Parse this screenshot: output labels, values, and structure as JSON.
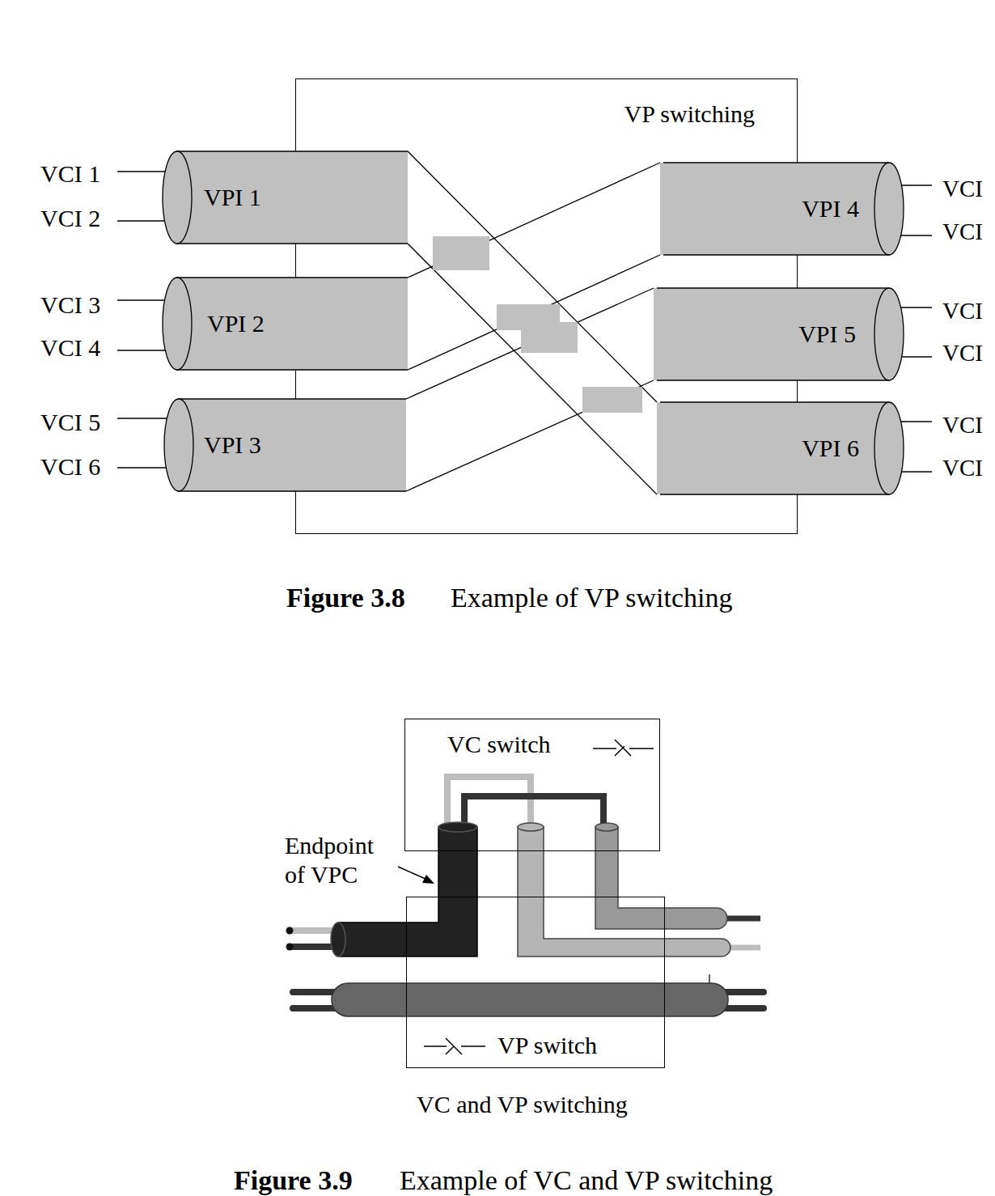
{
  "diagram": {
    "nodes": [
      {
        "text": [
          "VP switching"
        ]
      },
      {
        "text": [
          "VPI 1"
        ]
      },
      {
        "text": [
          "VPI 2"
        ]
      },
      {
        "text": [
          "VPI 3"
        ]
      },
      {
        "text": [
          "VPI 4"
        ]
      },
      {
        "text": [
          "VPI 5"
        ]
      },
      {
        "text": [
          "VPI 6"
        ]
      },
      {
        "text": [
          "VC switch"
        ]
      },
      {
        "text": [
          "VP switch"
        ]
      }
    ],
    "edges": [
      {
        "from": 1,
        "to": 6,
        "arrow": "none"
      },
      {
        "from": 2,
        "to": 4,
        "arrow": "none"
      },
      {
        "from": 3,
        "to": 5,
        "arrow": "none"
      }
    ],
    "labels": [
      "VCI 1",
      "VCI 2",
      "VCI 3",
      "VCI 4",
      "VCI 5",
      "VCI 6",
      "VCI",
      "VCI",
      "VCI",
      "VCI",
      "VCI",
      "VCI",
      "Figure 3.8",
      "Example of VP switching",
      "Endpoint of VPC",
      "VC and VP switching",
      "Figure 3.9",
      "Example of VC and VP switching"
    ]
  }
}
